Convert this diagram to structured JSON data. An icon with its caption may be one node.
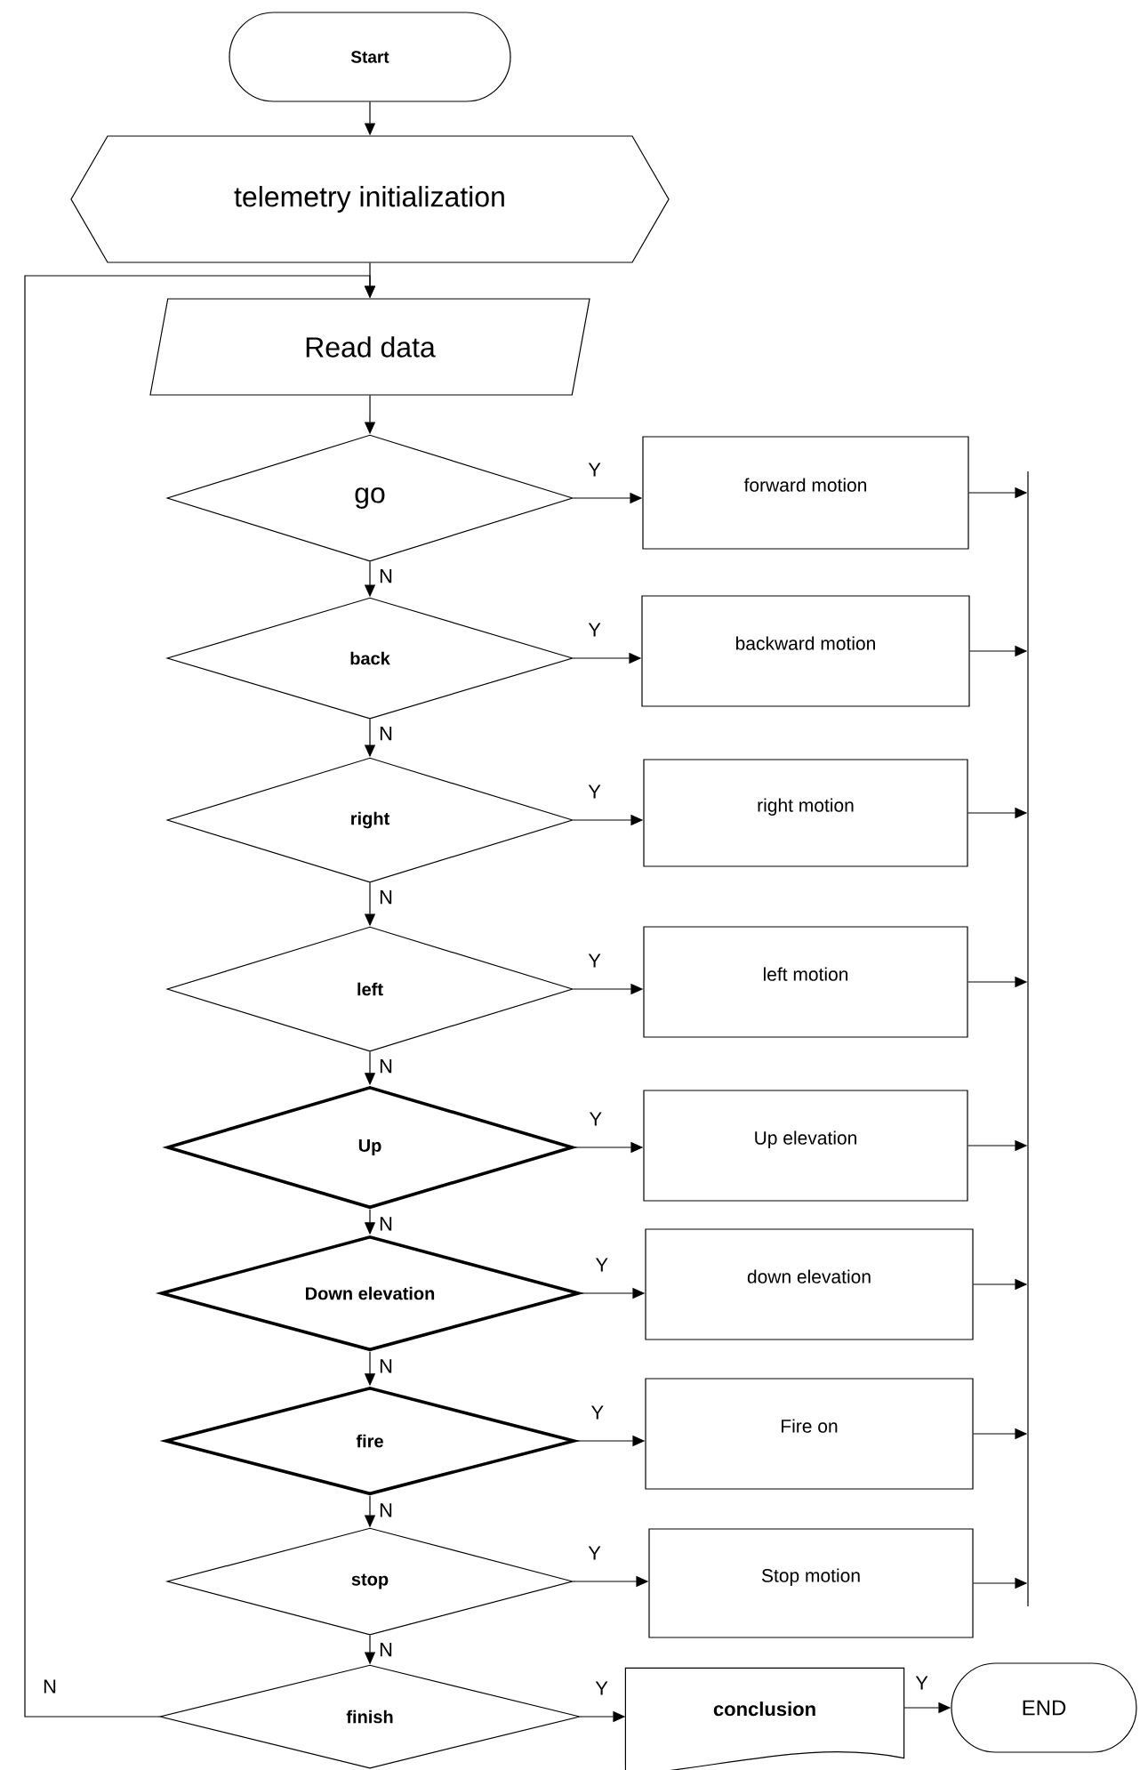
{
  "diagram": {
    "nodes": [
      {
        "text": [
          "Start"
        ]
      },
      {
        "text": [
          "telemetry initialization"
        ]
      },
      {
        "text": [
          "Read data"
        ]
      },
      {
        "text": [
          "go"
        ]
      },
      {
        "text": [
          "forward motion"
        ]
      },
      {
        "text": [
          "back"
        ]
      },
      {
        "text": [
          "backward motion"
        ]
      },
      {
        "text": [
          "right"
        ]
      },
      {
        "text": [
          "right motion"
        ]
      },
      {
        "text": [
          "left"
        ]
      },
      {
        "text": [
          "left motion"
        ]
      },
      {
        "text": [
          "Up"
        ]
      },
      {
        "text": [
          "Up elevation"
        ]
      },
      {
        "text": [
          "Down elevation"
        ]
      },
      {
        "text": [
          "down elevation"
        ]
      },
      {
        "text": [
          "fire"
        ]
      },
      {
        "text": [
          "Fire on"
        ]
      },
      {
        "text": [
          "stop"
        ]
      },
      {
        "text": [
          "Stop motion"
        ]
      },
      {
        "text": [
          "finish"
        ]
      },
      {
        "text": [
          "conclusion"
        ]
      },
      {
        "text": [
          "END"
        ]
      },
      {
        "text": [],
        "shape": "bar"
      }
    ],
    "edges": [
      {
        "from": 0,
        "to": 1,
        "arrow": "to"
      },
      {
        "from": 1,
        "to": 2,
        "arrow": "to"
      },
      {
        "from": 2,
        "to": 3,
        "arrow": "to"
      },
      {
        "from": 3,
        "to": 4,
        "arrow": "to",
        "label": "Y"
      },
      {
        "from": 3,
        "to": 5,
        "arrow": "to",
        "label": "N"
      },
      {
        "from": 5,
        "to": 6,
        "arrow": "to",
        "label": "Y"
      },
      {
        "from": 5,
        "to": 7,
        "arrow": "to",
        "label": "N"
      },
      {
        "from": 7,
        "to": 8,
        "arrow": "to",
        "label": "Y"
      },
      {
        "from": 7,
        "to": 9,
        "arrow": "to",
        "label": "N"
      },
      {
        "from": 9,
        "to": 10,
        "arrow": "to",
        "label": "Y"
      },
      {
        "from": 9,
        "to": 11,
        "arrow": "to",
        "label": "N"
      },
      {
        "from": 11,
        "to": 12,
        "arrow": "to",
        "label": "Y"
      },
      {
        "from": 11,
        "to": 13,
        "arrow": "to",
        "label": "N"
      },
      {
        "from": 13,
        "to": 14,
        "arrow": "to",
        "label": "Y"
      },
      {
        "from": 13,
        "to": 15,
        "arrow": "to",
        "label": "N"
      },
      {
        "from": 15,
        "to": 16,
        "arrow": "to",
        "label": "Y"
      },
      {
        "from": 15,
        "to": 17,
        "arrow": "to",
        "label": "N"
      },
      {
        "from": 17,
        "to": 18,
        "arrow": "to",
        "label": "Y"
      },
      {
        "from": 17,
        "to": 19,
        "arrow": "to",
        "label": "N"
      },
      {
        "from": 19,
        "to": 20,
        "arrow": "to",
        "label": "Y"
      },
      {
        "from": 20,
        "to": 21,
        "arrow": "to",
        "label": "Y"
      },
      {
        "from": 19,
        "to": 2,
        "arrow": "to",
        "label": "N"
      },
      {
        "from": 4,
        "to": 22,
        "arrow": "to"
      },
      {
        "from": 6,
        "to": 22,
        "arrow": "to"
      },
      {
        "from": 8,
        "to": 22,
        "arrow": "to"
      },
      {
        "from": 10,
        "to": 22,
        "arrow": "to"
      },
      {
        "from": 12,
        "to": 22,
        "arrow": "to"
      },
      {
        "from": 14,
        "to": 22,
        "arrow": "to"
      },
      {
        "from": 16,
        "to": 22,
        "arrow": "to"
      },
      {
        "from": 18,
        "to": 22,
        "arrow": "to"
      }
    ]
  }
}
